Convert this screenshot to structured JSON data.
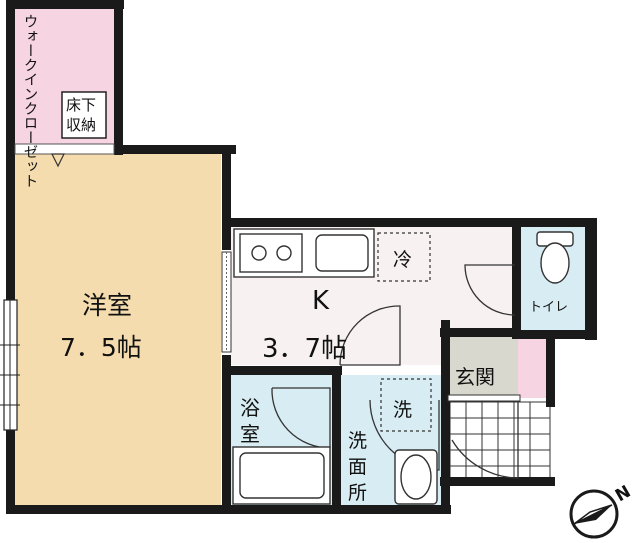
{
  "rooms": {
    "walk_in_closet": "ウォークインクローゼット",
    "underfloor_storage": [
      "床下",
      "収納"
    ],
    "western_room": {
      "name": "洋室",
      "size": "7．5帖"
    },
    "kitchen": {
      "name": "K",
      "size": "3．7帖"
    },
    "refrigerator": "冷",
    "toilet": "トイレ",
    "entrance": "玄関",
    "bath": [
      "浴",
      "室"
    ],
    "washer": "洗",
    "washroom": [
      "洗",
      "面",
      "所"
    ]
  },
  "compass": {
    "label": "N"
  },
  "colors": {
    "wall": "#1a1a1a",
    "western_floor": "#f5dcae",
    "closet_floor": "#f7d4e2",
    "wet_area_floor": "#d7ecf3",
    "kitchen_floor": "#f7f1f2",
    "entrance_floor": "#d8d8cf",
    "counter_fill": "#e9e9e9"
  }
}
